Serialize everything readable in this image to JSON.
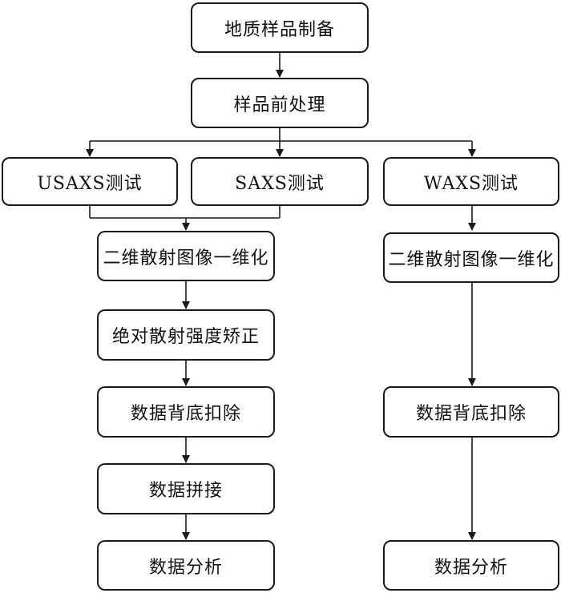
{
  "flowchart": {
    "prep": "地质样品制备",
    "pretreat": "样品前处理",
    "usaxs": "USAXS测试",
    "saxs": "SAXS测试",
    "waxs": "WAXS测试",
    "left": {
      "reduce": "二维散射图像一维化",
      "calibrate": "绝对散射强度矫正",
      "background": "数据背底扣除",
      "merge": "数据拼接",
      "analysis": "数据分析"
    },
    "right": {
      "reduce": "二维散射图像一维化",
      "background": "数据背底扣除",
      "analysis": "数据分析"
    }
  },
  "colors": {
    "stroke": "#1a1a1a",
    "background": "#ffffff"
  }
}
